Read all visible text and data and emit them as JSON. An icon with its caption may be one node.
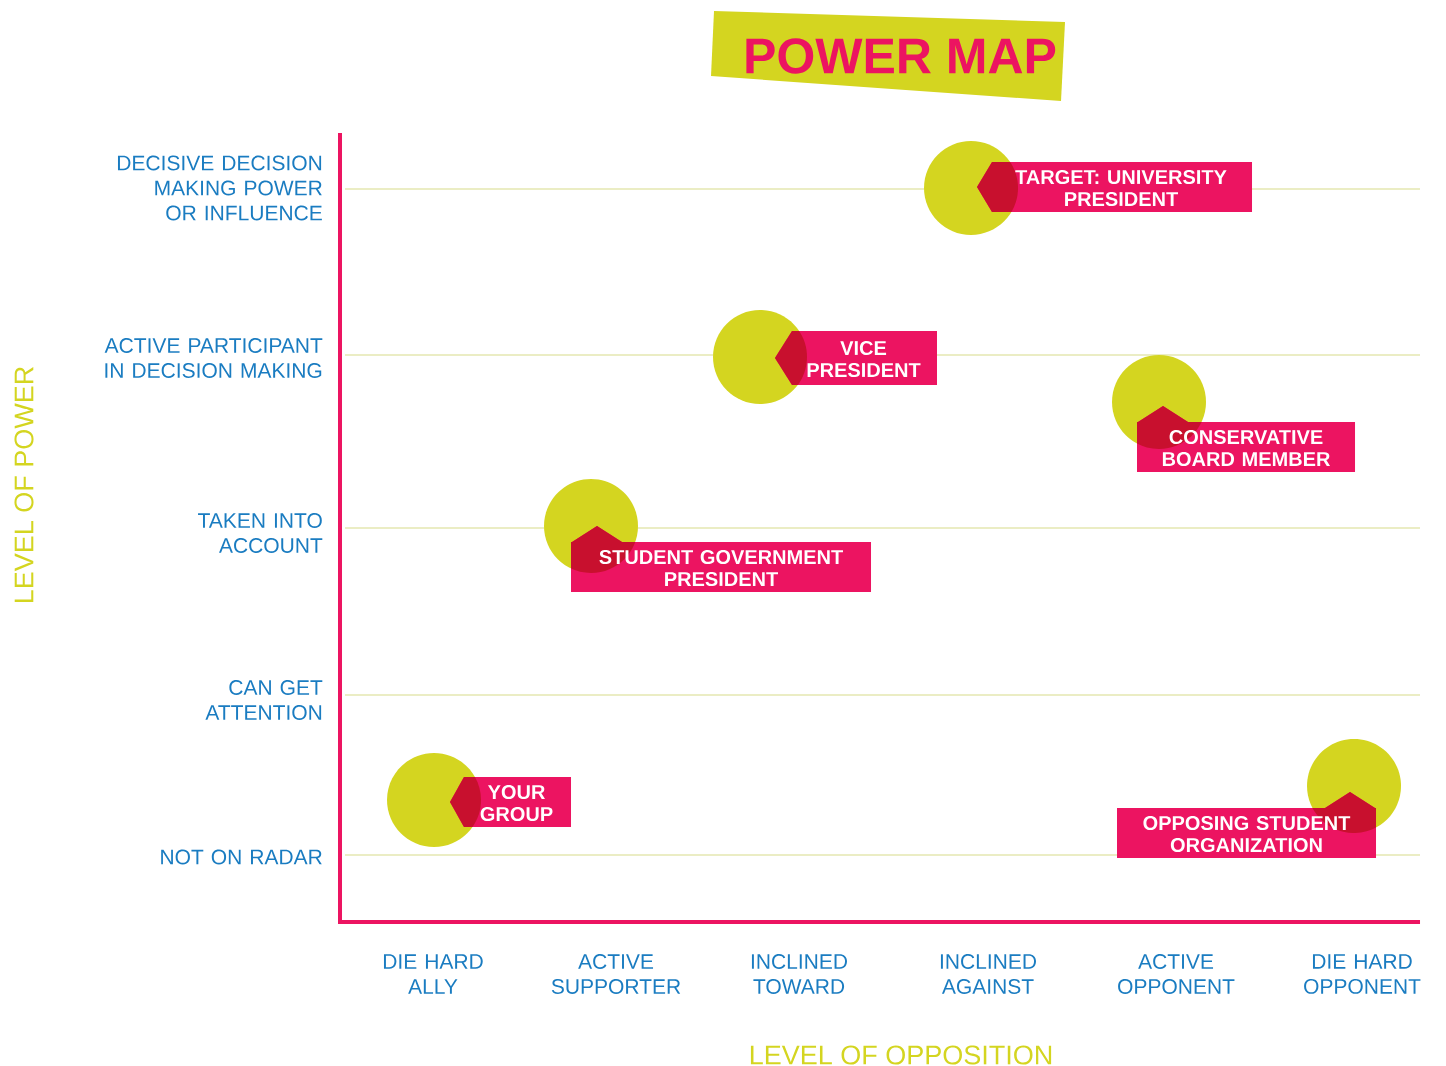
{
  "diagram": {
    "title": "POWER MAP",
    "nodes": [
      {
        "text": [
          "TARGET: UNIVERSITY PRESIDENT"
        ]
      },
      {
        "text": [
          "VICE PRESIDENT"
        ]
      },
      {
        "text": [
          "CONSERVATIVE BOARD MEMBER"
        ]
      },
      {
        "text": [
          "STUDENT GOVERNMENT PRESIDENT"
        ]
      },
      {
        "text": [
          "YOUR GROUP"
        ]
      },
      {
        "text": [
          "OPPOSING STUDENT ORGANIZATION"
        ]
      }
    ],
    "labels": [
      "DECISIVE DECISION MAKING POWER OR INFLUENCE",
      "ACTIVE PARTICIPANT IN DECISION MAKING",
      "TAKEN INTO ACCOUNT",
      "CAN GET ATTENTION",
      "NOT ON RADAR",
      "LEVEL OF POWER",
      "DIE HARD ALLY",
      "ACTIVE SUPPORTER",
      "INCLINED TOWARD",
      "INCLINED AGAINST",
      "ACTIVE OPPONENT",
      "DIE HARD OPPONENT",
      "LEVEL OF OPPOSITION"
    ]
  }
}
